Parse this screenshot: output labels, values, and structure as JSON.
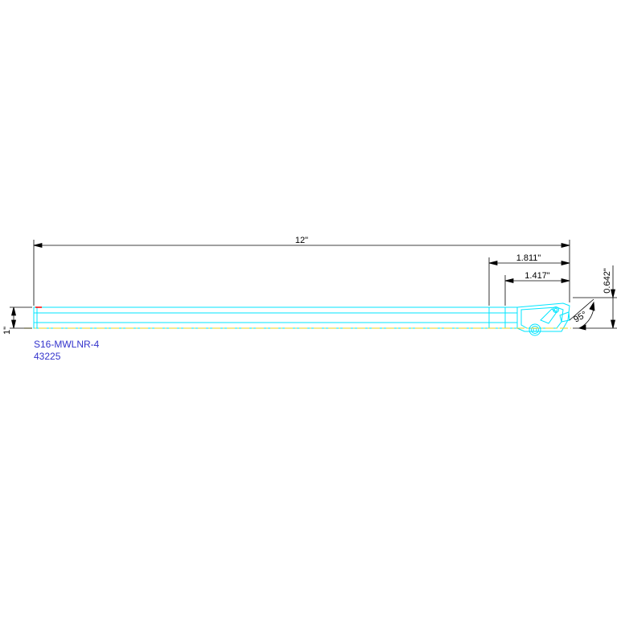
{
  "dimensions": {
    "overall_length": "12\"",
    "dim_1811": "1.811\"",
    "dim_1417": "1.417\"",
    "dim_0642": "0.642\"",
    "shank_height": "1\"",
    "lead_angle": "95°"
  },
  "part": {
    "model": "S16-MWLNR-4",
    "number": "43225"
  },
  "colors": {
    "outline": "#00e5ff",
    "centerline": "#e8d020",
    "dimension": "#000000",
    "label": "#3333cc",
    "marker": "#ff0000"
  }
}
